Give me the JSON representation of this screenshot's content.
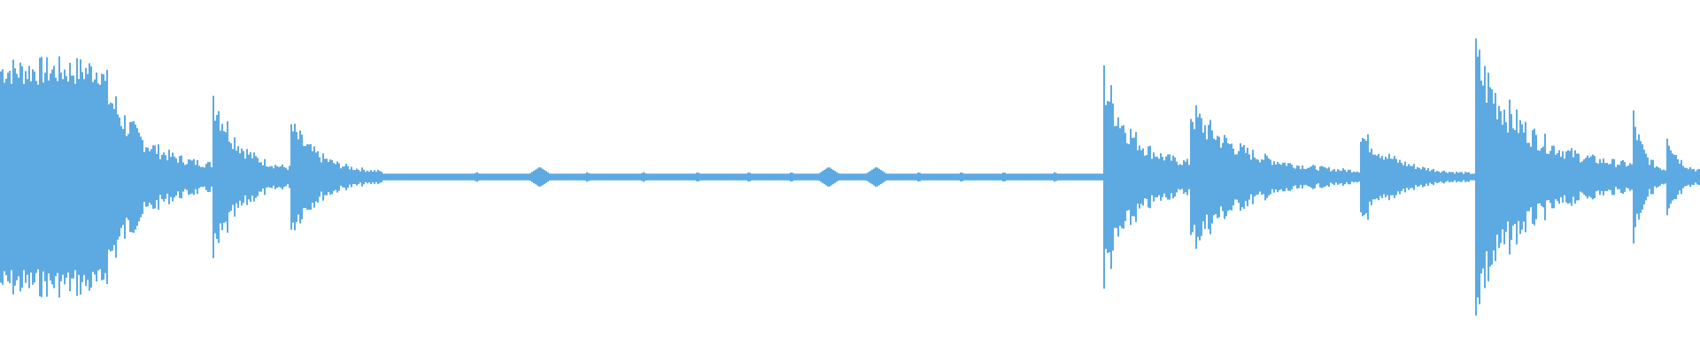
{
  "waveform": {
    "color": "#5daae3",
    "background": "#ffffff",
    "duration_fraction_note": "",
    "segments": [
      {
        "start": 0.0,
        "end": 0.06,
        "amp": 0.72,
        "kind": "loud"
      },
      {
        "start": 0.06,
        "end": 0.125,
        "amp": 0.44,
        "kind": "decay",
        "burst": 0.66
      },
      {
        "start": 0.125,
        "end": 0.17,
        "amp": 0.3,
        "kind": "decay",
        "burst": 0.58
      },
      {
        "start": 0.17,
        "end": 0.225,
        "amp": 0.18,
        "kind": "decay",
        "burst": 0.36
      },
      {
        "start": 0.225,
        "end": 0.648,
        "amp": 0.02,
        "kind": "quiet"
      },
      {
        "start": 0.648,
        "end": 0.7,
        "amp": 0.52,
        "kind": "decay",
        "burst": 0.68
      },
      {
        "start": 0.7,
        "end": 0.8,
        "amp": 0.18,
        "kind": "decay",
        "burst": 0.46
      },
      {
        "start": 0.8,
        "end": 0.867,
        "amp": 0.1,
        "kind": "decay",
        "burst": 0.3
      },
      {
        "start": 0.867,
        "end": 0.96,
        "amp": 0.4,
        "kind": "decay",
        "burst": 0.82
      },
      {
        "start": 0.96,
        "end": 0.98,
        "amp": 0.26,
        "kind": "decay",
        "burst": 0.42
      },
      {
        "start": 0.98,
        "end": 1.0,
        "amp": 0.24,
        "kind": "decay",
        "burst": 0.32
      }
    ],
    "quiet_blobs": [
      0.28,
      0.318,
      0.345,
      0.378,
      0.41,
      0.44,
      0.465,
      0.49,
      0.515,
      0.54,
      0.565,
      0.59,
      0.62
    ],
    "big_blobs": [
      0.317,
      0.487,
      0.515
    ]
  }
}
